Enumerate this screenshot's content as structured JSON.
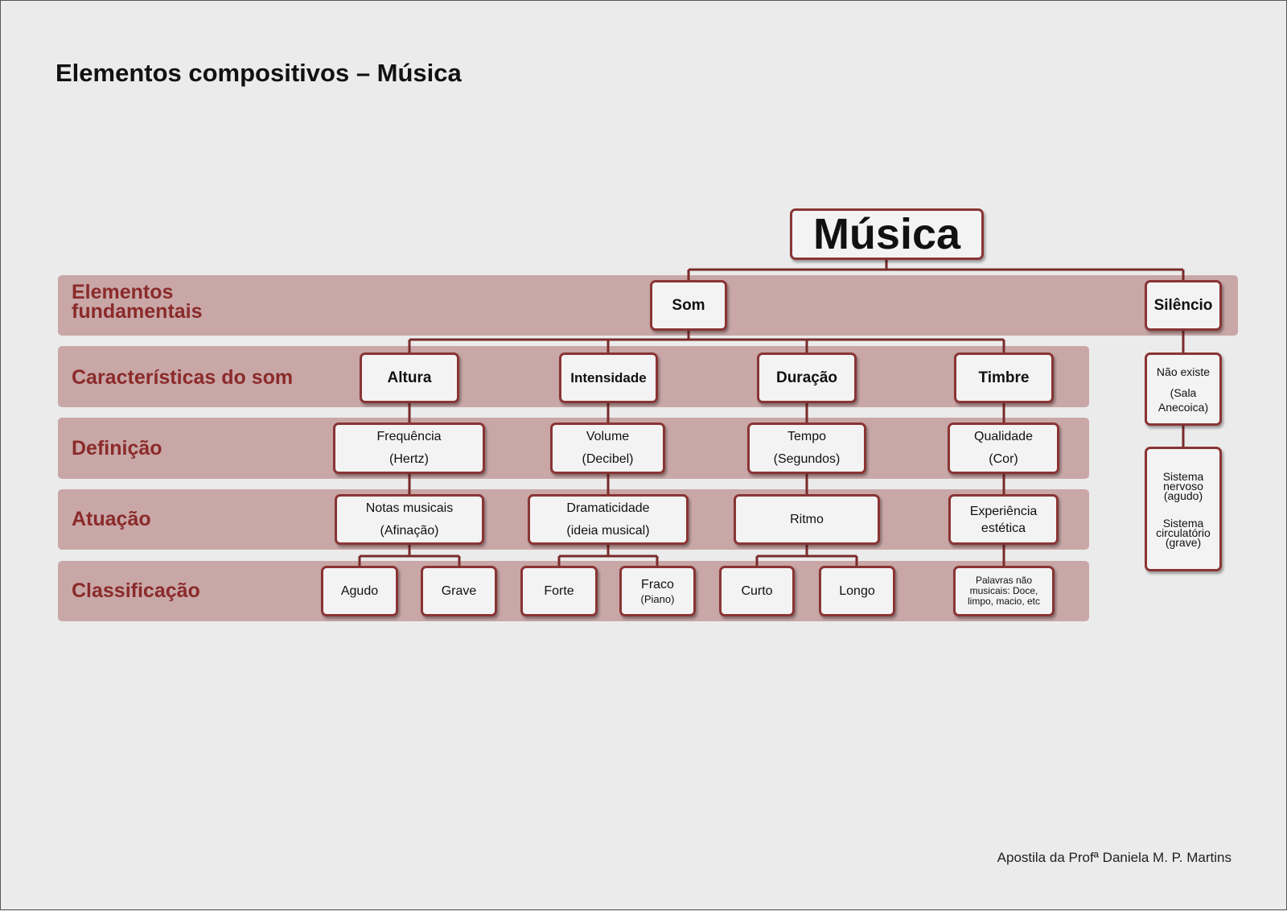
{
  "title": "Elementos compositivos – Música",
  "root": "Música",
  "rows": {
    "fundamentais": "Elementos fundamentais",
    "caracteristicas": "Características do som",
    "definicao": "Definição",
    "atuacao": "Atuação",
    "classificacao": "Classificação"
  },
  "fundamentais": {
    "som": "Som",
    "silencio": "Silêncio"
  },
  "caracteristicas": [
    "Altura",
    "Intensidade",
    "Duração",
    "Timbre"
  ],
  "definicao": [
    {
      "main": "Frequência",
      "sub": "(Hertz)"
    },
    {
      "main": "Volume",
      "sub": "(Decibel)"
    },
    {
      "main": "Tempo",
      "sub": "(Segundos)"
    },
    {
      "main": "Qualidade",
      "sub": "(Cor)"
    }
  ],
  "atuacao": [
    {
      "main": "Notas musicais",
      "sub": "(Afinação)"
    },
    {
      "main": "Dramaticidade",
      "sub": "(ideia musical)"
    },
    {
      "main": "Ritmo"
    },
    {
      "main": "Experiência",
      "sub": "estética"
    }
  ],
  "classificacao": {
    "agudo": "Agudo",
    "grave": "Grave",
    "forte": "Forte",
    "fraco": "Fraco",
    "fraco_sub": "(Piano)",
    "curto": "Curto",
    "longo": "Longo",
    "palavras": "Palavras não musicais: Doce, limpo, macio, etc"
  },
  "silencio": {
    "nao_existe": "Não existe",
    "sala": "(Sala Anecoica)",
    "nervoso": "Sistema nervoso (agudo)",
    "circulatorio": "Sistema circulatório (grave)"
  },
  "footer": "Apostila da Profª Daniela M. P. Martins",
  "colors": {
    "border": "#8a3434",
    "band": "#c9a7a7",
    "label": "#8b2a2a",
    "background": "#ebebeb"
  }
}
